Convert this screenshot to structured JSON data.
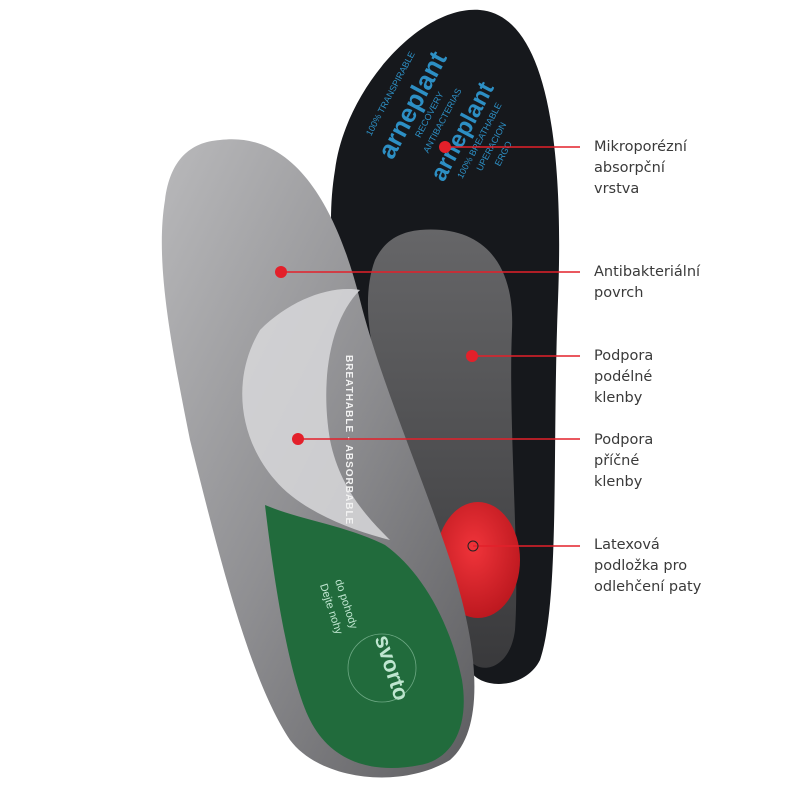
{
  "accent_color": "#e3202a",
  "insole_back": {
    "brand": "arneplant",
    "texts": [
      "100% TRANSPIRABLE",
      "RECOVERY",
      "ANTIBACTERIAS",
      "ERGO",
      "100% BREATHABLE",
      "UPERACION"
    ]
  },
  "insole_front": {
    "band_text": "BREATHABLE - ABSORBABLE",
    "brand": "svorto",
    "slogan_line1": "Dejte nohy",
    "slogan_line2": "do pohody"
  },
  "callouts": [
    {
      "text": "Mikroporézní\nabsorpční\nvrstva"
    },
    {
      "text": "Antibakteriální\npovrch"
    },
    {
      "text": "Podpora\npodélné\nklenby"
    },
    {
      "text": "Podpora\npříčné\nklenby"
    },
    {
      "text": "Latexová\npodložka pro\nodlehčení paty"
    }
  ]
}
